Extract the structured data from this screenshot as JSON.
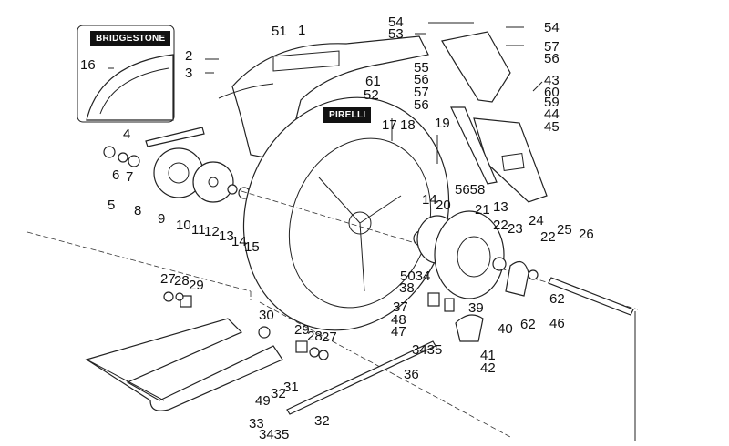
{
  "diagram": {
    "title": "Rear wheel / swingarm exploded parts diagram",
    "inset": {
      "brand_label": "BRIDGESTONE"
    },
    "main_tire_label": "PIRELLI",
    "callouts": [
      {
        "id": "c1",
        "text": "1"
      },
      {
        "id": "c2",
        "text": "2"
      },
      {
        "id": "c3",
        "text": "3"
      },
      {
        "id": "c4",
        "text": "4"
      },
      {
        "id": "c5",
        "text": "5"
      },
      {
        "id": "c6",
        "text": "6"
      },
      {
        "id": "c7",
        "text": "7"
      },
      {
        "id": "c8",
        "text": "8"
      },
      {
        "id": "c9",
        "text": "9"
      },
      {
        "id": "c10",
        "text": "10"
      },
      {
        "id": "c11",
        "text": "11"
      },
      {
        "id": "c12",
        "text": "12"
      },
      {
        "id": "c13a",
        "text": "13"
      },
      {
        "id": "c14a",
        "text": "14"
      },
      {
        "id": "c15",
        "text": "15"
      },
      {
        "id": "c16",
        "text": "16"
      },
      {
        "id": "c17",
        "text": "17"
      },
      {
        "id": "c18",
        "text": "18"
      },
      {
        "id": "c19",
        "text": "19"
      },
      {
        "id": "c14b",
        "text": "14"
      },
      {
        "id": "c20",
        "text": "20"
      },
      {
        "id": "c21",
        "text": "21"
      },
      {
        "id": "c13b",
        "text": "13"
      },
      {
        "id": "c22a",
        "text": "22"
      },
      {
        "id": "c23",
        "text": "23"
      },
      {
        "id": "c24",
        "text": "24"
      },
      {
        "id": "c22b",
        "text": "22"
      },
      {
        "id": "c25",
        "text": "25"
      },
      {
        "id": "c26",
        "text": "26"
      },
      {
        "id": "c27a",
        "text": "27"
      },
      {
        "id": "c28a",
        "text": "28"
      },
      {
        "id": "c29a",
        "text": "29"
      },
      {
        "id": "c30",
        "text": "30"
      },
      {
        "id": "c29b",
        "text": "29"
      },
      {
        "id": "c28b",
        "text": "28"
      },
      {
        "id": "c27b",
        "text": "27"
      },
      {
        "id": "c31",
        "text": "31"
      },
      {
        "id": "c32a",
        "text": "32"
      },
      {
        "id": "c32b",
        "text": "32"
      },
      {
        "id": "c33",
        "text": "33"
      },
      {
        "id": "c3435a",
        "text": "3435"
      },
      {
        "id": "c49",
        "text": "49"
      },
      {
        "id": "c36",
        "text": "36"
      },
      {
        "id": "c37",
        "text": "37"
      },
      {
        "id": "c48",
        "text": "48"
      },
      {
        "id": "c47",
        "text": "47"
      },
      {
        "id": "c3435b",
        "text": "3435"
      },
      {
        "id": "c38",
        "text": "38"
      },
      {
        "id": "c5034",
        "text": "5034"
      },
      {
        "id": "c39",
        "text": "39"
      },
      {
        "id": "c40",
        "text": "40"
      },
      {
        "id": "c41",
        "text": "41"
      },
      {
        "id": "c42",
        "text": "42"
      },
      {
        "id": "c46",
        "text": "46"
      },
      {
        "id": "c62a",
        "text": "62"
      },
      {
        "id": "c62b",
        "text": "62"
      },
      {
        "id": "c51",
        "text": "51"
      },
      {
        "id": "c61",
        "text": "61"
      },
      {
        "id": "c52",
        "text": "52"
      },
      {
        "id": "c55",
        "text": "55"
      },
      {
        "id": "c56a",
        "text": "56"
      },
      {
        "id": "c57a",
        "text": "57"
      },
      {
        "id": "c56b",
        "text": "56"
      },
      {
        "id": "c53",
        "text": "53"
      },
      {
        "id": "c54a",
        "text": "54"
      },
      {
        "id": "c54b",
        "text": "54"
      },
      {
        "id": "c57b",
        "text": "57"
      },
      {
        "id": "c56c",
        "text": "56"
      },
      {
        "id": "c43",
        "text": "43"
      },
      {
        "id": "c60",
        "text": "60"
      },
      {
        "id": "c59",
        "text": "59"
      },
      {
        "id": "c44",
        "text": "44"
      },
      {
        "id": "c45",
        "text": "45"
      },
      {
        "id": "c5658",
        "text": "5658"
      }
    ]
  }
}
